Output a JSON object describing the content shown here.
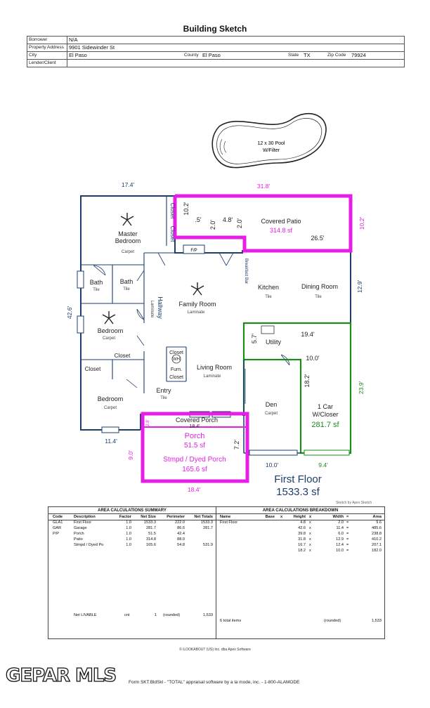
{
  "title": "Building Sketch",
  "header": {
    "borrower_label": "Borrower",
    "borrower": "N/A",
    "address_label": "Property Address",
    "address": "9901 Sidewinder St",
    "city_label": "City",
    "city": "El Paso",
    "county_label": "County",
    "county": "El Paso",
    "state_label": "State",
    "state": "TX",
    "zip_label": "Zip Code",
    "zip": "79924",
    "lender_label": "Lender/Client"
  },
  "sketch": {
    "pool_line1": "12 x 30 Pool",
    "pool_line2": "W/Filter",
    "dims": {
      "top_left": "17.4'",
      "top_right": "31.8'",
      "left": "42.6'",
      "patio_left": "10.2'",
      "patio_right": "10.2'",
      "patio_a": ".5'",
      "patio_b": "2.0'",
      "patio_c": "4.8'",
      "patio_d": "2.0'",
      "patio_bottom": "26.5'",
      "right_mid": "12.9'",
      "utility_h": "5.7'",
      "utility_w": "19.4'",
      "garage_w1": "10.0'",
      "garage_h": "18.2'",
      "garage_right": "23.9'",
      "bottom_left": "11.4'",
      "porch_left": "9.0'",
      "porch_small": "2.8'",
      "porch_right": "7.2'",
      "porch_bottom": "18.4'",
      "den_bottom": "10.0'",
      "garage_bottom": "9.4'"
    },
    "rooms": {
      "master": "Master",
      "bedroom_word": "Bedroom",
      "carpet": "Carpet",
      "tile": "Tile",
      "laminate": "Laminate",
      "closet": "Closet",
      "bath": "Bath",
      "hallway": "Hallway",
      "family_room": "Family Room",
      "covered_patio": "Covered Patio",
      "covered_patio_sf": "314.8 sf",
      "fp": "F/P",
      "breakfast_bar": "Breakfast Bar",
      "kitchen": "Kitchen",
      "dining_room": "Dining Room",
      "utility": "Utility",
      "wh": "WH",
      "furn": "Furn.",
      "living_room": "Living Room",
      "entry": "Entry",
      "den": "Den",
      "garage_line1": "1 Car",
      "garage_line2": "W/Closer",
      "garage_sf": "281.7 sf",
      "covered_porch": "Covered Porch",
      "covered_porch_dim": "18.4'",
      "porch": "Porch",
      "porch_sf": "51.5 sf",
      "stmpd": "Stmpd / Dyed Porch",
      "stmpd_sf": "165.6 sf",
      "first_floor": "First Floor",
      "first_floor_sf": "1533.3 sf"
    }
  },
  "sketch_by": "Sketch by Apex Sketch",
  "summary": {
    "title": "AREA CALCULATIONS SUMMARY",
    "headers": [
      "Code",
      "Description",
      "Factor",
      "Net Size",
      "Perimeter",
      "Net Totals"
    ],
    "rows": [
      [
        "GLA1",
        "First Floor",
        "1.0",
        "1533.3",
        "222.0",
        "1533.3"
      ],
      [
        "GAR",
        "Garage",
        "1.0",
        "281.7",
        "86.6",
        "281.7"
      ],
      [
        "P/P",
        "Porch",
        "1.0",
        "51.5",
        "42.4",
        ""
      ],
      [
        "",
        "Patio",
        "1.0",
        "314.8",
        "88.0",
        ""
      ],
      [
        "",
        "Stmpd / Dyed Po",
        "1.0",
        "165.6",
        "54.8",
        "531.9"
      ]
    ],
    "net_livable_label": "Net LIVABLE",
    "net_cnt": "cnt",
    "net_count": "1",
    "net_rounded": "(rounded)",
    "net_total": "1,533"
  },
  "breakdown": {
    "title": "AREA CALCULATIONS BREAKDOWN",
    "headers": [
      "Name",
      "Base",
      "x",
      "Height",
      "x",
      "Width",
      "=",
      "Area"
    ],
    "first_label": "First Floor",
    "rows": [
      [
        "4.8",
        "2.0",
        "9.6"
      ],
      [
        "42.6",
        "11.4",
        "485.6"
      ],
      [
        "39.8",
        "6.0",
        "238.8"
      ],
      [
        "31.8",
        "12.9",
        "410.2"
      ],
      [
        "16.7",
        "12.4",
        "207.1"
      ],
      [
        "18.2",
        "10.0",
        "182.0"
      ]
    ],
    "total_items": "6 total items",
    "rounded": "(rounded)",
    "total": "1,533"
  },
  "copyright": "© iLOOKABOUT (US) Inc. dba Apex Software",
  "logo": "GEPAR MLS",
  "form_line": "Form SKT.BldSkl - \"TOTAL\" appraisal software by a la mode, inc. - 1-800-ALAMODE",
  "colors": {
    "patio": "#e61ee6",
    "garage": "#1d8a1d",
    "walls": "#1d3d6b"
  }
}
